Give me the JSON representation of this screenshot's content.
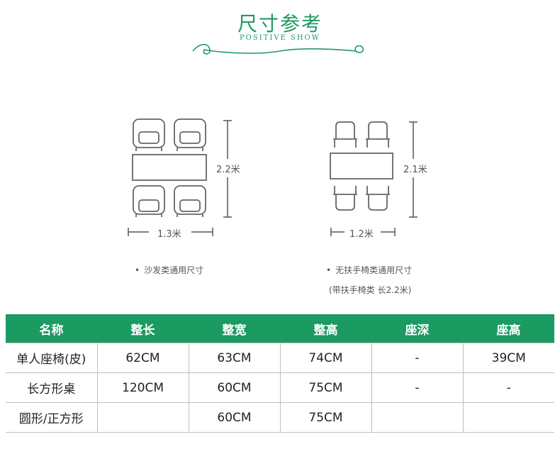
{
  "header": {
    "title": "尺寸参考",
    "subtitle": "POSITIVE SHOW"
  },
  "left_diagram": {
    "height_label": "2.2米",
    "width_label": "1.3米",
    "caption": "沙发类通用尺寸",
    "bullet": "•"
  },
  "right_diagram": {
    "height_label": "2.1米",
    "width_label": "1.2米",
    "caption": "无扶手椅类通用尺寸",
    "note": "(带扶手椅类 长2.2米)",
    "bullet": "•"
  },
  "table": {
    "headers": [
      "名称",
      "整长",
      "整宽",
      "整高",
      "座深",
      "座高"
    ],
    "rows": [
      [
        "单人座椅(皮)",
        "62CM",
        "63CM",
        "74CM",
        "-",
        "39CM"
      ],
      [
        "长方形桌",
        "120CM",
        "60CM",
        "75CM",
        "-",
        "-"
      ],
      [
        "圆形/正方形",
        "",
        "60CM",
        "75CM",
        "",
        ""
      ]
    ]
  },
  "colors": {
    "accent": "#1b9a62",
    "line": "#6b6b6b"
  }
}
